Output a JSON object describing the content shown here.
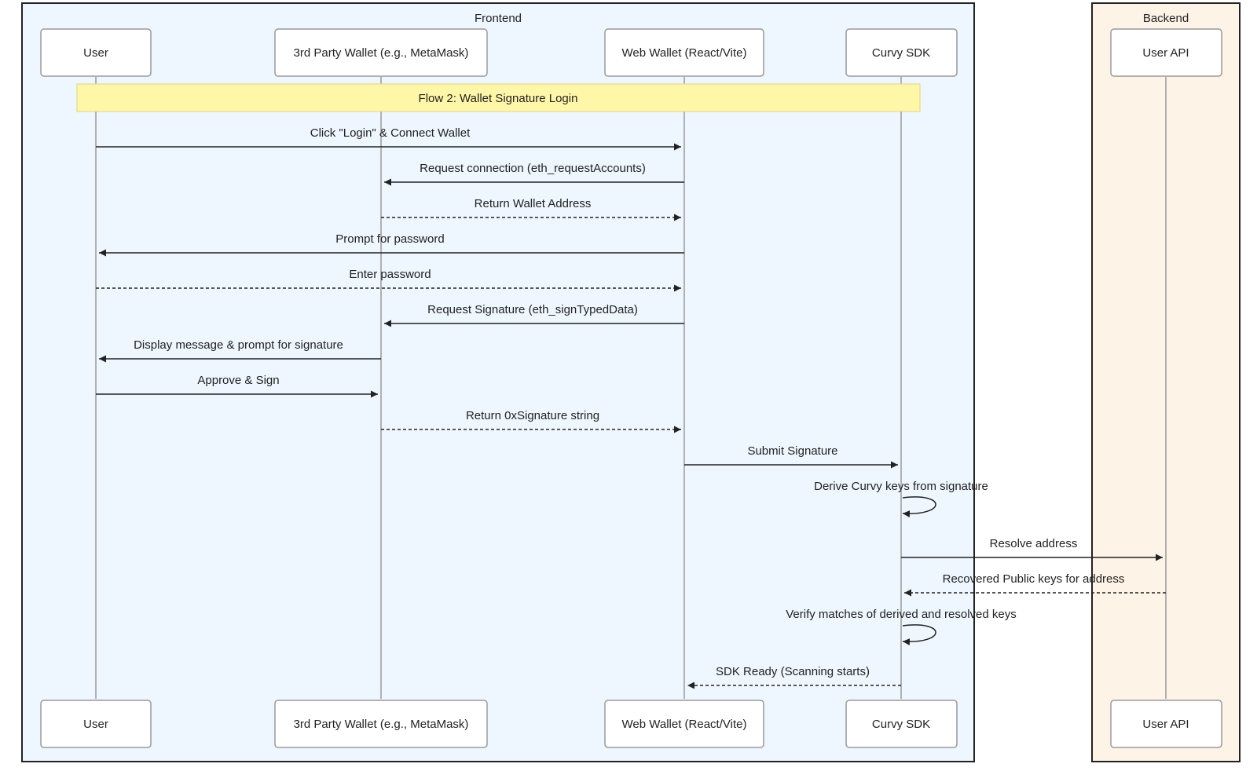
{
  "groups": [
    {
      "id": "frontend",
      "label": "Frontend"
    },
    {
      "id": "backend",
      "label": "Backend"
    }
  ],
  "actors": [
    {
      "id": "user",
      "label": "User",
      "group": "frontend"
    },
    {
      "id": "wallet3p",
      "label": "3rd Party Wallet (e.g., MetaMask)",
      "group": "frontend"
    },
    {
      "id": "webwallet",
      "label": "Web Wallet (React/Vite)",
      "group": "frontend"
    },
    {
      "id": "sdk",
      "label": "Curvy SDK",
      "group": "frontend"
    },
    {
      "id": "api",
      "label": "User API",
      "group": "backend"
    }
  ],
  "note": {
    "text": "Flow 2: Wallet Signature Login",
    "from": "user",
    "to": "sdk"
  },
  "messages": [
    {
      "from": "user",
      "to": "webwallet",
      "label": "Click \"Login\" & Connect Wallet",
      "style": "solid"
    },
    {
      "from": "webwallet",
      "to": "wallet3p",
      "label": "Request connection (eth_requestAccounts)",
      "style": "solid"
    },
    {
      "from": "wallet3p",
      "to": "webwallet",
      "label": "Return Wallet Address",
      "style": "dashed"
    },
    {
      "from": "webwallet",
      "to": "user",
      "label": "Prompt for password",
      "style": "solid"
    },
    {
      "from": "user",
      "to": "webwallet",
      "label": "Enter password",
      "style": "dashed"
    },
    {
      "from": "webwallet",
      "to": "wallet3p",
      "label": "Request Signature (eth_signTypedData)",
      "style": "solid"
    },
    {
      "from": "wallet3p",
      "to": "user",
      "label": "Display message & prompt for signature",
      "style": "solid"
    },
    {
      "from": "user",
      "to": "wallet3p",
      "label": "Approve & Sign",
      "style": "solid"
    },
    {
      "from": "wallet3p",
      "to": "webwallet",
      "label": "Return 0xSignature string",
      "style": "dashed"
    },
    {
      "from": "webwallet",
      "to": "sdk",
      "label": "Submit Signature",
      "style": "solid"
    },
    {
      "from": "sdk",
      "to": "sdk",
      "label": "Derive Curvy keys from signature",
      "style": "solid"
    },
    {
      "from": "sdk",
      "to": "api",
      "label": "Resolve address",
      "style": "solid"
    },
    {
      "from": "api",
      "to": "sdk",
      "label": "Recovered Public keys for address",
      "style": "dashed"
    },
    {
      "from": "sdk",
      "to": "sdk",
      "label": "Verify matches of derived and resolved keys",
      "style": "solid"
    },
    {
      "from": "sdk",
      "to": "webwallet",
      "label": "SDK Ready (Scanning starts)",
      "style": "dashed"
    }
  ]
}
